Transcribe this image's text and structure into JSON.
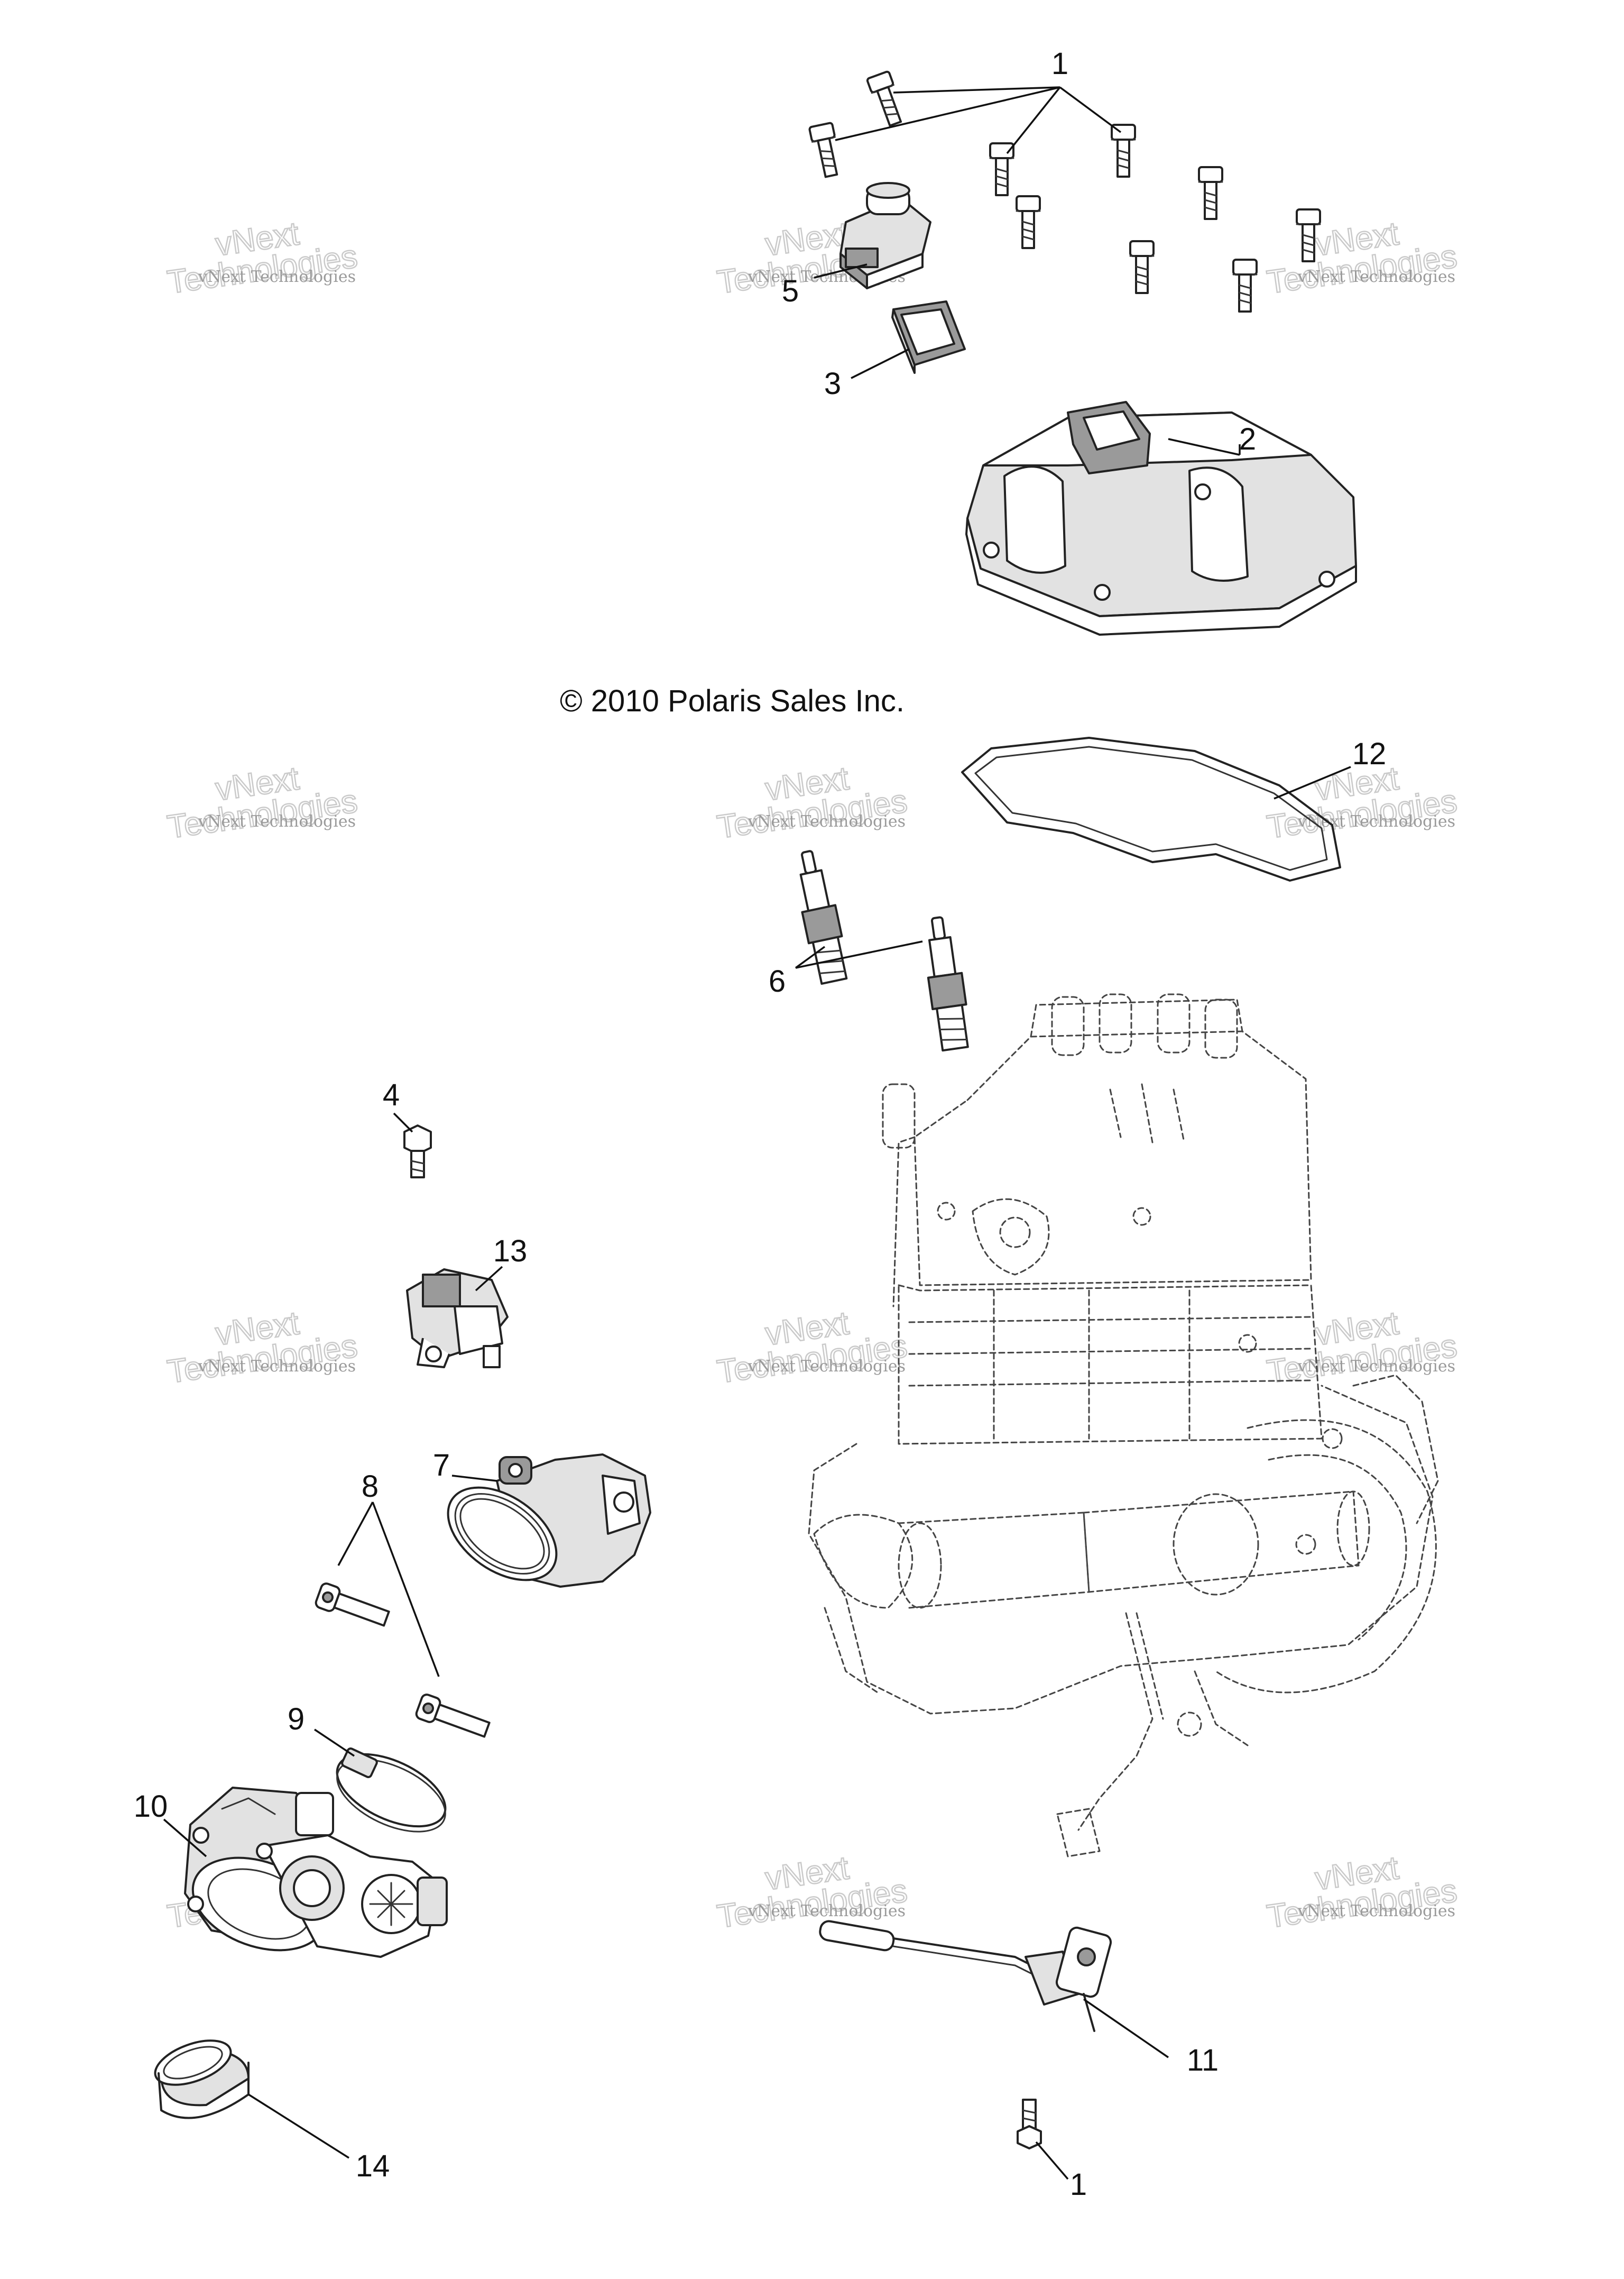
{
  "copyright": "© 2010 Polaris Sales Inc.",
  "watermark": {
    "line1": "vNext Technologies",
    "big": "Technologies",
    "small": "vNext"
  },
  "callouts": {
    "c1_top": "1",
    "c2": "2",
    "c3": "3",
    "c4": "4",
    "c5": "5",
    "c6": "6",
    "c7": "7",
    "c8": "8",
    "c9": "9",
    "c10": "10",
    "c11": "11",
    "c12": "12",
    "c13": "13",
    "c14": "14",
    "c1_bottom": "1"
  }
}
